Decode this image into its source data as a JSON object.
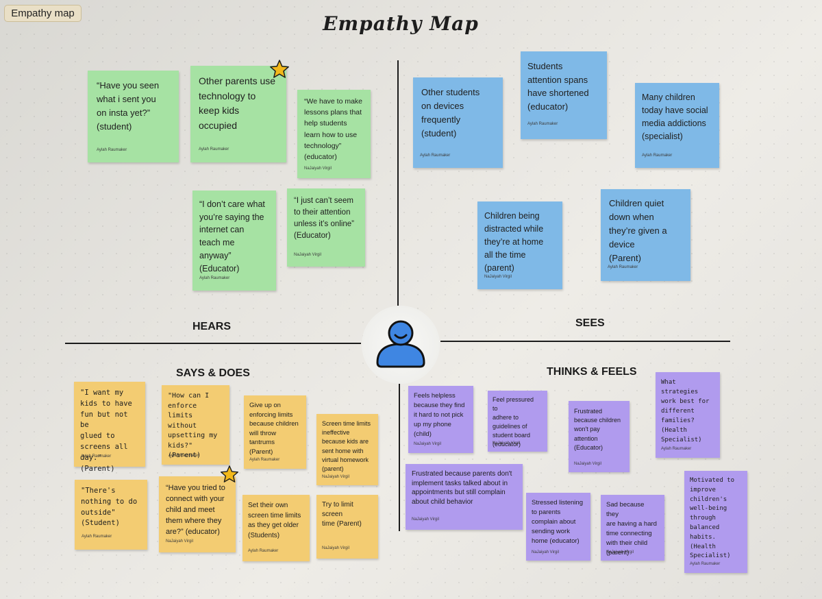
{
  "frame": {
    "label": "Empathy map"
  },
  "title": "Empathy Map",
  "sections": {
    "hears": "HEARS",
    "sees": "SEES",
    "says_does": "SAYS & DOES",
    "thinks_feels": "THINKS & FEELS"
  },
  "colors": {
    "green_note": "#a6e2a3",
    "blue_note": "#7fb9e7",
    "yellow_note": "#f3cc72",
    "purple_note": "#b09bee",
    "star": "#f2b81a",
    "persona": "#3f86e2"
  },
  "icons": {
    "persona": "person-icon",
    "star": "star-icon"
  },
  "notes": {
    "hears": [
      {
        "text": "“Have you seen\nwhat i sent you\non insta yet?”\n(student)",
        "author": "Aylah Raumaker"
      },
      {
        "text": "Other parents use\ntechnology to\nkeep kids\noccupied",
        "author": "Aylah Raumaker"
      },
      {
        "text": "“We have to make\nlessons plans that\nhelp students\nlearn how to use\ntechnology”\n(educator)",
        "author": "NaJaiyah Virgil"
      },
      {
        "text": "“I don’t care what\nyou’re saying the\ninternet can\nteach me\nanyway”\n(Educator)",
        "author": "Aylah Raumaker"
      },
      {
        "text": "“I just can’t seem\nto their attention\nunless it’s online”\n(Educator)",
        "author": "NaJaiyah Virgil"
      }
    ],
    "sees": [
      {
        "text": "Other students\non devices\nfrequently\n(student)",
        "author": "Aylah Raumaker"
      },
      {
        "text": "Students\nattention spans\nhave shortened\n(educator)",
        "author": "Aylah Raumaker"
      },
      {
        "text": "Many children\ntoday have social\nmedia addictions\n(specialist)",
        "author": "Aylah Raumaker"
      },
      {
        "text": "Children being\ndistracted while\nthey’re at home\nall the time\n(parent)",
        "author": "NaJaiyah Virgil"
      },
      {
        "text": "Children quiet\ndown when\nthey’re given a\ndevice\n(Parent)",
        "author": "Aylah Raumaker"
      }
    ],
    "says_does": [
      {
        "text": "\"I want my\nkids to have\nfun but not be\nglued to\nscreens all\nday.\" (Parent)",
        "author": "Aylah Raumaker"
      },
      {
        "text": "\"How can I\nenforce limits\nwithout\nupsetting my\nkids?\"\n(Parent)",
        "author": "Aylah Raumaker"
      },
      {
        "text": "Give up on\nenforcing limits\nbecause children\nwill throw\ntantrums\n(Parent)",
        "author": "Aylah Raumaker"
      },
      {
        "text": "Screen time limits\nineffective\nbecause kids are\nsent home with\nvirtual homework\n(parent)",
        "author": "NaJaiyah Virgil"
      },
      {
        "text": "\"There's\nnothing to do\noutside\"\n(Student)",
        "author": "Aylah Raumaker"
      },
      {
        "text": "“Have you tried to\nconnect with your\nchild and meet\nthem where they\nare?” (educator)",
        "author": "NaJaiyah Virgil"
      },
      {
        "text": "Set their own\nscreen time limits\nas they get older\n(Students)",
        "author": "Aylah Raumaker"
      },
      {
        "text": "Try to limit screen\ntime (Parent)",
        "author": "NaJaiyah Virgil"
      }
    ],
    "thinks_feels": [
      {
        "text": "Feels helpless\nbecause they find\nit hard to not pick\nup my phone\n(child)",
        "author": "NaJaiyah Virgil"
      },
      {
        "text": "Feel pressured to\nadhere to\nguidelines of\nstudent board\n(educator)",
        "author": "NaJaiyah Virgil"
      },
      {
        "text": "Frustrated\nbecause children\nwon't pay\nattention\n(Educator)",
        "author": "NaJaiyah Virgil"
      },
      {
        "text": "What\nstrategies\nwork best for\ndifferent\nfamilies?\n(Health\nSpecialist)",
        "author": "Aylah Raumaker"
      },
      {
        "text": "Frustrated because parents don't\nimplement tasks talked about in\nappointments but still complain\nabout child behavior",
        "author": "NaJaiyah Virgil"
      },
      {
        "text": "Stressed listening\nto parents\ncomplain about\nsending work\nhome (educator)",
        "author": "NaJaiyah Virgil"
      },
      {
        "text": "Sad because they\nare having a hard\ntime connecting\nwith their child\n(parent)",
        "author": "NaJaiyah Virgil"
      },
      {
        "text": "Motivated to\nimprove\nchildren's\nwell-being\nthrough\nbalanced\nhabits.\n(Health\nSpecialist)",
        "author": "Aylah Raumaker"
      }
    ]
  }
}
